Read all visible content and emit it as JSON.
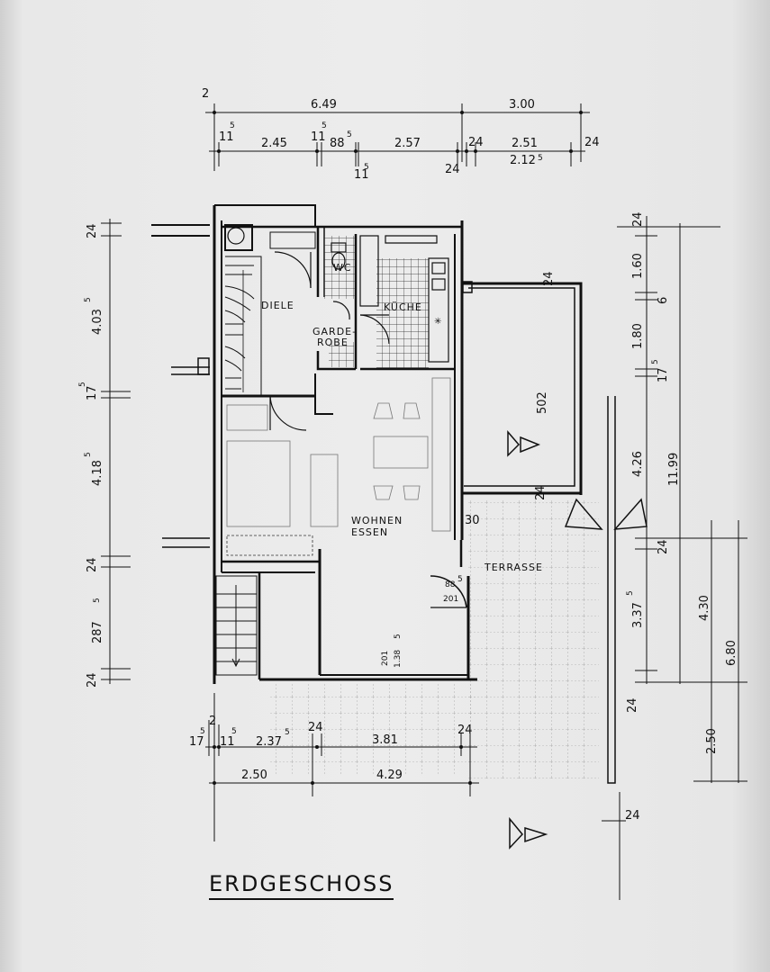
{
  "title": "ERDGESCHOSS",
  "rooms": {
    "wc": "WC",
    "diele": "DIELE",
    "kueche": "KÜCHE",
    "garderobe_1": "GARDE-",
    "garderobe_2": "ROBE",
    "wohnen": "WOHNEN",
    "essen": "ESSEN",
    "terrasse": "TERRASSE"
  },
  "dims": {
    "top_2": "2",
    "top_649": "6.49",
    "top_300": "3.00",
    "top_11a": "11",
    "top_11a_s": "5",
    "top_245": "2.45",
    "top_11b": "11",
    "top_11b_s": "5",
    "top_88": "88",
    "top_88_s": "5",
    "top_257": "2.57",
    "top_24a": "24",
    "top_251": "2.51",
    "top_24b": "24",
    "top_11c": "11",
    "top_11c_s": "5",
    "top_24c": "24",
    "top_212": "2.12",
    "top_212_s": "5",
    "left_24a": "24",
    "left_403": "4.03",
    "left_403_s": "5",
    "left_17": "17",
    "left_17_s": "5",
    "left_418": "4.18",
    "left_418_s": "5",
    "left_24b": "24",
    "left_287": "287",
    "left_287_s": "5",
    "left_24c": "24",
    "right_24a": "24",
    "right_160": "1.60",
    "right_6": "6",
    "right_180": "1.80",
    "right_17": "17",
    "right_17_s": "5",
    "right_426": "4.26",
    "right_1199": "11.99",
    "right_24b": "24",
    "right_337": "3.37",
    "right_337_s": "5",
    "right_430": "4.30",
    "right_680": "6.80",
    "right_24c": "24",
    "right_250": "2.50",
    "terr_24a": "24",
    "terr_502": "502",
    "terr_24b": "24",
    "terr_30": "30",
    "door_88": "88",
    "door_88_s": "5",
    "door_201": "201",
    "win_201": "201",
    "win_138": "1.38",
    "win_138_s": "5",
    "bot_17": "17",
    "bot_17_s": "5",
    "bot_2": "2",
    "bot_11": "11",
    "bot_11_s": "5",
    "bot_237": "2.37",
    "bot_237_s": "5",
    "bot_24a": "24",
    "bot_381": "3.81",
    "bot_24b": "24",
    "bot_250": "2.50",
    "bot_429": "4.29",
    "bot_24c": "24"
  },
  "colors": {
    "ink": "#111111",
    "paper": "#ececec"
  }
}
